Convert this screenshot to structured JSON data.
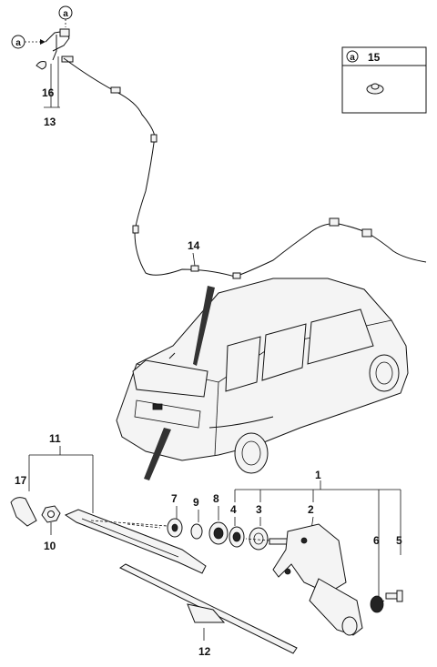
{
  "diagram": {
    "callout_letter": "a",
    "inset_label": "15",
    "part_numbers": {
      "p1": "1",
      "p2": "2",
      "p3": "3",
      "p4": "4",
      "p5": "5",
      "p6": "6",
      "p7": "7",
      "p8": "8",
      "p9": "9",
      "p10": "10",
      "p11": "11",
      "p12": "12",
      "p13": "13",
      "p14": "14",
      "p16": "16",
      "p17": "17"
    }
  }
}
